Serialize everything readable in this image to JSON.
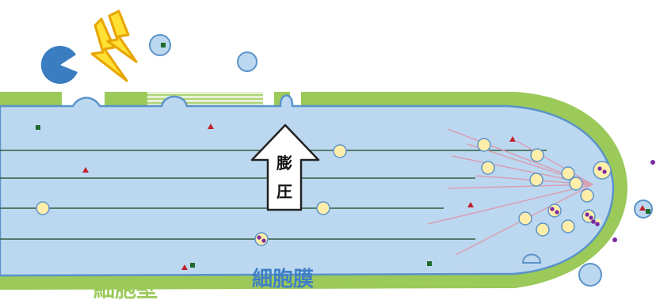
{
  "labels": {
    "cell_wall": "細胞壁",
    "cell_membrane": "細胞膜",
    "turgor_char1": "膨",
    "turgor_char2": "圧"
  },
  "icons": {
    "enzyme": "pac-shape-icon",
    "stress": "lightning-bolt-icon",
    "pressure": "up-arrow-icon"
  },
  "colors": {
    "cell_wall": "#9bc95a",
    "cytoplasm": "#bcd8f0",
    "membrane": "#5b93c9",
    "vesicle": "#ffeeaa",
    "enzyme": "#3a7dc0",
    "bolt": "#ffe033",
    "marker_square": "#1f6a2a",
    "marker_triangle": "#c0202c",
    "particle": "#7a2aa0",
    "filament_tip": "#d8a0b4"
  }
}
